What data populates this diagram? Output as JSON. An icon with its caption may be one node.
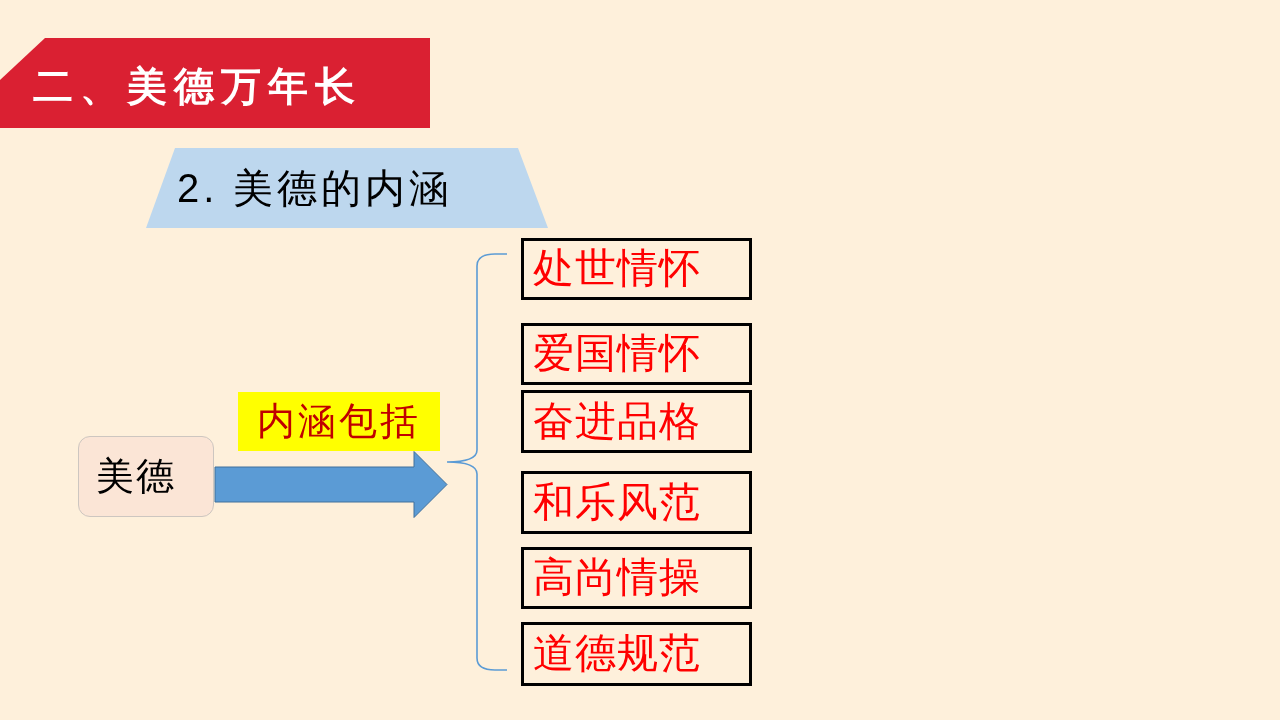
{
  "diagram": {
    "title": "二、美德万年长",
    "nodes": [
      {
        "text": [
          "2. 美德的内涵"
        ]
      },
      {
        "text": [
          "美德"
        ]
      },
      {
        "text": [
          "内涵包括"
        ]
      },
      {
        "text": [],
        "shape": "brace"
      },
      {
        "text": [
          "处世情怀"
        ]
      },
      {
        "text": [
          "爱国情怀"
        ]
      },
      {
        "text": [
          "奋进品格"
        ]
      },
      {
        "text": [
          "和乐风范"
        ]
      },
      {
        "text": [
          "高尚情操"
        ]
      },
      {
        "text": [
          "道德规范"
        ]
      }
    ],
    "edges": [
      {
        "from": 1,
        "to": 3,
        "arrow": "to"
      }
    ]
  }
}
